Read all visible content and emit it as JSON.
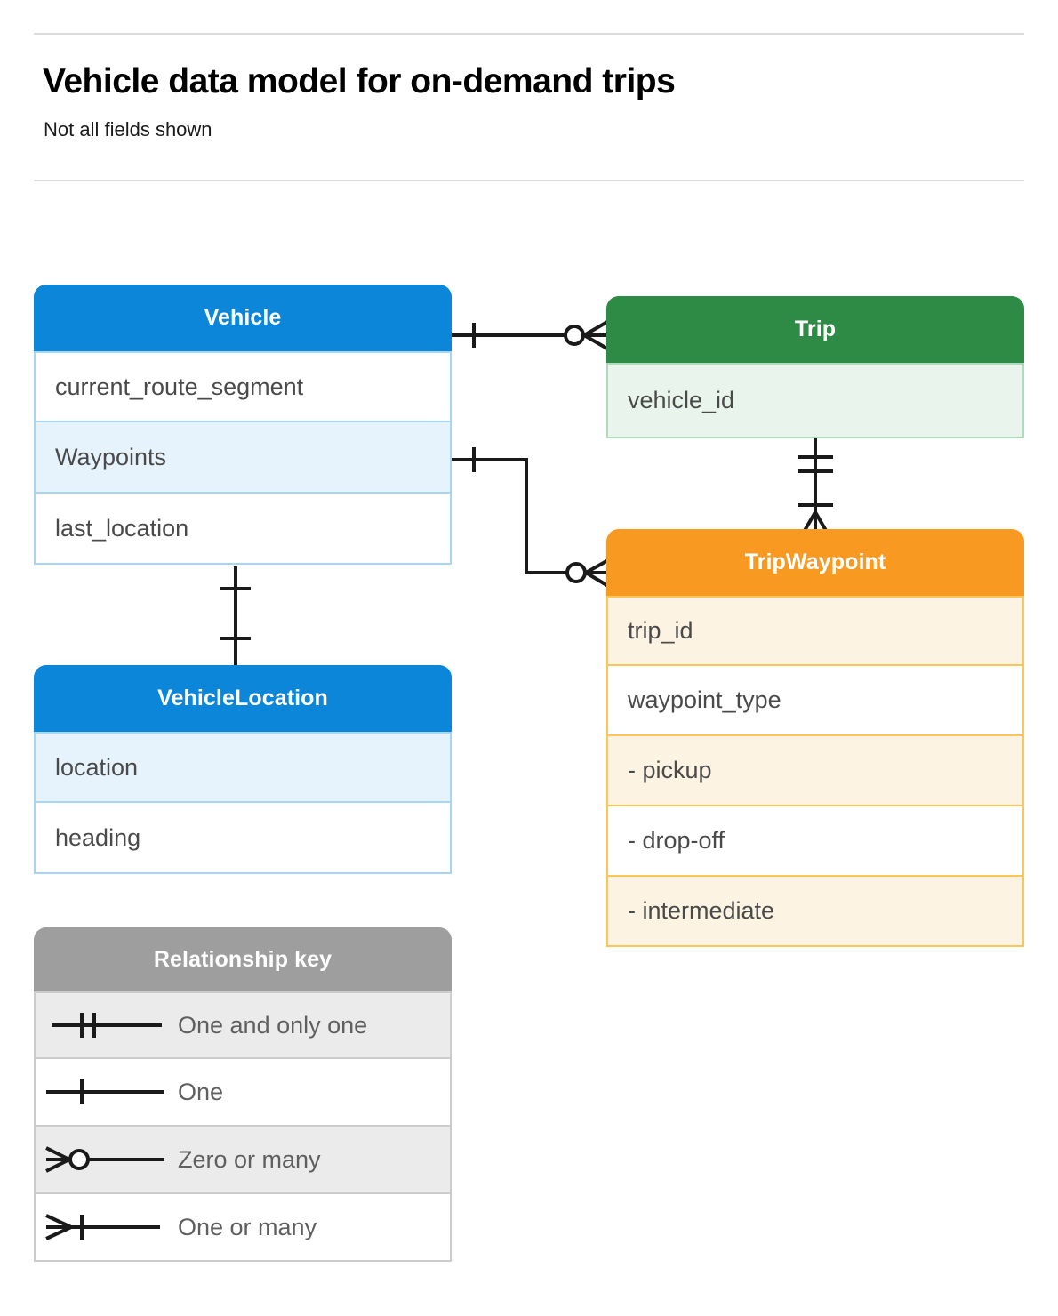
{
  "header": {
    "title": "Vehicle data model for on-demand trips",
    "subtitle": "Not all fields shown"
  },
  "colors": {
    "blue": "#0b86d8",
    "blue_fill": "#e6f2fc",
    "blue_border": "#a5d6f7",
    "green": "#2e8b46",
    "green_fill": "#e8f4ec",
    "green_border": "#aedcbb",
    "orange": "#f89a21",
    "orange_fill": "#fdf3e3",
    "orange_border": "#fcc758",
    "grey": "#9e9e9e",
    "grey_fill": "#ebebeb",
    "line": "#1a1a1a",
    "text": "#4a4a4a"
  },
  "entities": [
    {
      "name": "Vehicle",
      "theme": "blue",
      "rows": [
        {
          "label": "current_route_segment",
          "highlighted": false
        },
        {
          "label": "Waypoints",
          "highlighted": true
        },
        {
          "label": "last_location",
          "highlighted": false
        }
      ]
    },
    {
      "name": "Trip",
      "theme": "green",
      "rows": [
        {
          "label": "vehicle_id",
          "highlighted": true
        }
      ]
    },
    {
      "name": "TripWaypoint",
      "theme": "orange",
      "rows": [
        {
          "label": "trip_id",
          "highlighted": true
        },
        {
          "label": "waypoint_type",
          "highlighted": false
        },
        {
          "label": "   -  pickup",
          "highlighted": true
        },
        {
          "label": "   -  drop-off",
          "highlighted": false
        },
        {
          "label": "   -  intermediate",
          "highlighted": true
        }
      ]
    },
    {
      "name": "VehicleLocation",
      "theme": "blue",
      "rows": [
        {
          "label": "location",
          "highlighted": true
        },
        {
          "label": "heading",
          "highlighted": false
        }
      ]
    }
  ],
  "legend": {
    "title": "Relationship key",
    "items": [
      {
        "label": "One and only one",
        "symbol": "one-and-only-one-symbol"
      },
      {
        "label": "One",
        "symbol": "one-symbol"
      },
      {
        "label": "Zero or many",
        "symbol": "zero-or-many-symbol"
      },
      {
        "label": "One or many",
        "symbol": "one-or-many-symbol"
      }
    ]
  },
  "relationships": [
    {
      "from": "Vehicle",
      "to": "Trip",
      "from_cardinality": "One",
      "to_cardinality": "Zero or many"
    },
    {
      "from": "Vehicle.Waypoints",
      "to": "TripWaypoint",
      "from_cardinality": "One",
      "to_cardinality": "Zero or many"
    },
    {
      "from": "Trip",
      "to": "TripWaypoint",
      "from_cardinality": "One and only one",
      "to_cardinality": "One or many"
    },
    {
      "from": "Vehicle",
      "to": "VehicleLocation",
      "from_cardinality": "One",
      "to_cardinality": "One"
    }
  ]
}
